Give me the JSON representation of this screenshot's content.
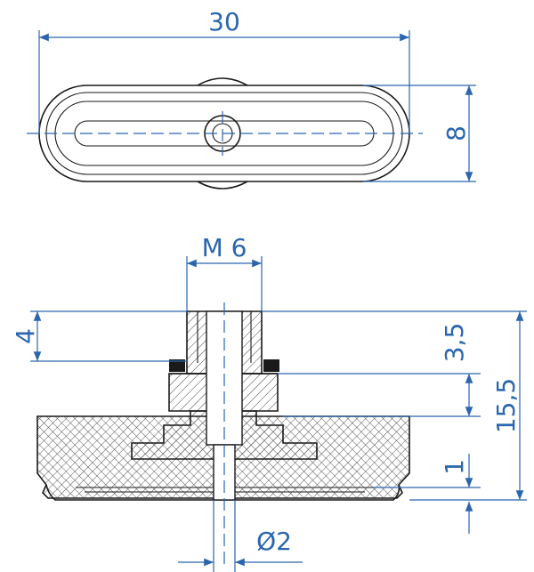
{
  "dimensions": {
    "top_width": "30",
    "top_height": "8",
    "thread": "M 6",
    "thread_depth": "4",
    "step_height": "3,5",
    "total_height": "15,5",
    "lip_height": "1",
    "bore_diameter": "Ø2"
  },
  "colors": {
    "dimension": "#2a66ad",
    "outline": "#1a1a1a",
    "hatch": "#444444",
    "seal": "#1a1a1a"
  }
}
